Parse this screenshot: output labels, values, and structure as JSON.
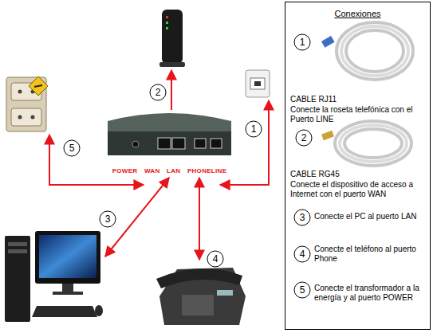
{
  "diagram": {
    "nodes": [
      {
        "text": [
          "POWER WAN LAN PHONELINE"
        ]
      },
      {
        "text": [
          "2"
        ]
      },
      {
        "text": [
          "1"
        ]
      },
      {
        "text": [
          "5"
        ]
      },
      {
        "text": [
          "3"
        ]
      },
      {
        "text": [
          "4"
        ]
      },
      {
        "text": [
          "Conexiones"
        ]
      },
      {
        "text": [
          "1"
        ],
        "in": 6
      },
      {
        "text": [
          "2"
        ],
        "in": 6
      },
      {
        "text": [
          "3"
        ],
        "in": 6
      },
      {
        "text": [
          "4"
        ],
        "in": 6
      },
      {
        "text": [
          "5"
        ],
        "in": 6
      }
    ],
    "labels": [
      "CABLE RJ11",
      "Conecte la roseta telefónica con el Puerto LINE",
      "CABLE RG45",
      "Conecte el dispositivo de acceso a Internet con el puerto WAN",
      "Conecte el PC al puerto LAN",
      "Conecte el teléfono al puerto Phone",
      "Conecte el transformador a la energía y al puerto POWER"
    ]
  }
}
